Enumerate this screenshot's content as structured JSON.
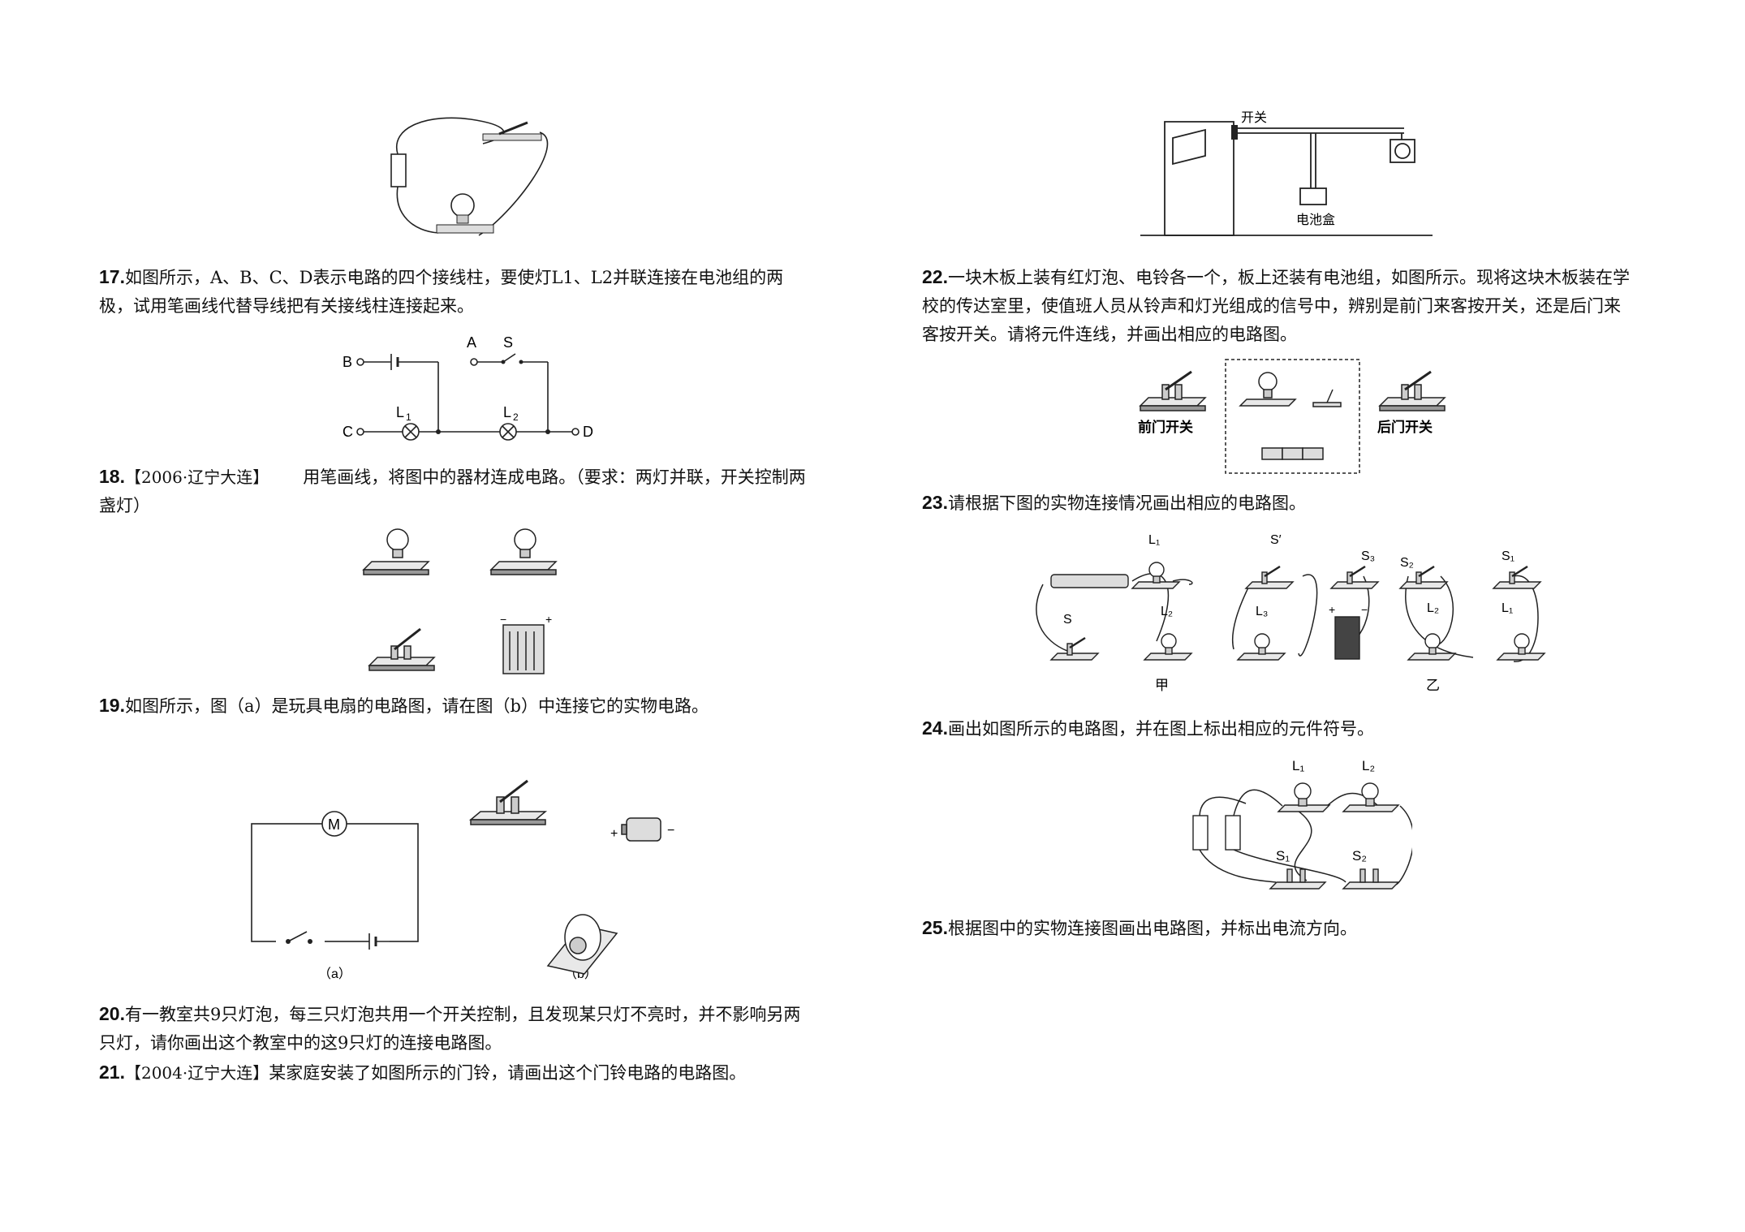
{
  "questions": [
    {
      "num": "17.",
      "text": "如图所示，A、B、C、D表示电路的四个接线柱，要使灯L1、L2并联连接在电池组的两极，试用笔画线代替导线把有关接线柱连接起来。"
    },
    {
      "num": "18.",
      "source": "【2006·辽宁大连】",
      "text": "用笔画线，将图中的器材连成电路。（要求：两灯并联，开关控制两盏灯）"
    },
    {
      "num": "19.",
      "text": "如图所示，图（a）是玩具电扇的电路图，请在图（b）中连接它的实物电路。"
    },
    {
      "num": "20.",
      "text": "有一教室共9只灯泡，每三只灯泡共用一个开关控制，且发现某只灯不亮时，并不影响另两只灯，请你画出这个教室中的这9只灯的连接电路图。"
    },
    {
      "num": "21.",
      "source": "【2004·辽宁大连】",
      "text": "某家庭安装了如图所示的门铃，请画出这个门铃电路的电路图。"
    },
    {
      "num": "22.",
      "text": "一块木板上装有红灯泡、电铃各一个，板上还装有电池组，如图所示。现将这块木板装在学校的传达室里，使值班人员从铃声和灯光组成的信号中，辨别是前门来客按开关，还是后门来客按开关。请将元件连线，并画出相应的电路图。"
    },
    {
      "num": "23.",
      "text": "请根据下图的实物连接情况画出相应的电路图。"
    },
    {
      "num": "24.",
      "text": "画出如图所示的电路图，并在图上标出相应的元件符号。"
    },
    {
      "num": "25.",
      "text": "根据图中的实物连接图画出电路图，并标出电流方向。"
    }
  ],
  "figures": {
    "q17": {
      "B": "B",
      "A": "A",
      "S": "S",
      "C": "C",
      "D": "D",
      "L1": "L",
      "L1_sub": "1",
      "L2": "L",
      "L2_sub": "2"
    },
    "q19": {
      "motor": "M",
      "caption_a": "（a）",
      "caption_b": "（b）",
      "plus": "+",
      "minus": "−"
    },
    "q21": {
      "switch_label": "开关",
      "battery_box": "电池盒"
    },
    "q22": {
      "front": "前门开关",
      "back": "后门开关"
    },
    "q23": {
      "L1": "L₁",
      "Sp": "S′",
      "S": "S",
      "L2": "L₂",
      "L3": "L₃",
      "S3": "S₃",
      "S2": "S₂",
      "S1": "S₁",
      "L2b": "L₂",
      "L1b": "L₁",
      "jia": "甲",
      "yi": "乙",
      "plus": "+",
      "minus": "−"
    },
    "q24": {
      "L1": "L₁",
      "L2": "L₂",
      "S1": "S₁",
      "S2": "S₂"
    }
  }
}
